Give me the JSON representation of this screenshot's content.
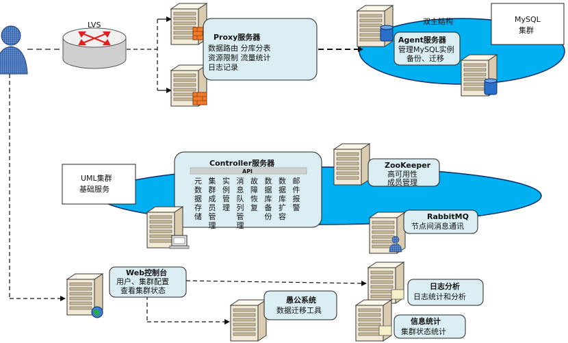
{
  "lvs": {
    "label": "LVS"
  },
  "proxy": {
    "title": "Proxy服务器",
    "lines": [
      "数据路由 分库分表",
      "资源限制 流量统计",
      "日志记录"
    ]
  },
  "mysql": {
    "ellipse_label": "双主结构",
    "cluster_label": [
      "MySQL",
      "集群"
    ],
    "agent_title": "Agent服务器",
    "agent_lines": [
      "管理MySQL实例",
      "备份、迁移"
    ]
  },
  "uml": {
    "lines": [
      "UML集群",
      "基础服务"
    ]
  },
  "controller": {
    "title": "Controller服务器",
    "api": "API",
    "columns": [
      [
        "元",
        "数",
        "据",
        "存",
        "储"
      ],
      [
        "集",
        "群",
        "成",
        "员",
        "管",
        "理"
      ],
      [
        "实",
        "例",
        "管",
        "理"
      ],
      [
        "消",
        "息",
        "队",
        "列",
        "管",
        "理"
      ],
      [
        "故",
        "障",
        "恢",
        "复"
      ],
      [
        "数",
        "据",
        "库",
        "备",
        "份"
      ],
      [
        "数",
        "据",
        "库",
        "扩",
        "容"
      ],
      [
        "邮",
        "件",
        "报",
        "警"
      ]
    ]
  },
  "zookeeper": {
    "title": "ZooKeeper",
    "lines": [
      "高可用性",
      "成员管理"
    ]
  },
  "rabbitmq": {
    "title": "RabbitMQ",
    "lines": [
      "节点间消息通讯"
    ]
  },
  "web": {
    "title": "Web控制台",
    "lines": [
      "用户、集群配置",
      "查看集群状态"
    ]
  },
  "yugong": {
    "title": "愚公系统",
    "lines": [
      "数据迁移工具"
    ]
  },
  "log": {
    "title": "日志分析",
    "lines": [
      "日志统计和分析"
    ]
  },
  "info": {
    "title": "信息统计",
    "lines": [
      "集群状态统计"
    ]
  },
  "colors": {
    "ellipse": "#00b0f0",
    "box": "#daeef3",
    "server": "#f2ead6",
    "firewall": "#f07b2a"
  }
}
